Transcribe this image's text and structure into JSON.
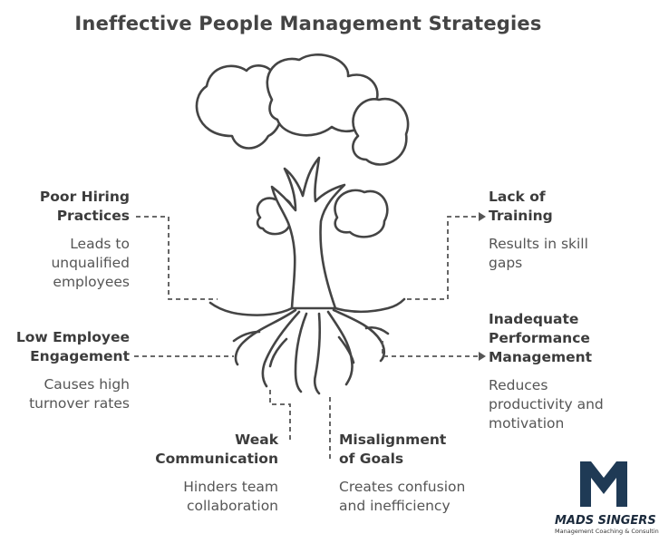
{
  "title": "Ineffective People Management Strategies",
  "items": [
    {
      "heading": "Poor Hiring\nPractices",
      "description": "Leads to\nunqualified\nemployees"
    },
    {
      "heading": "Lack of\nTraining",
      "description": "Results in skill\ngaps"
    },
    {
      "heading": "Low Employee\nEngagement",
      "description": "Causes high\nturnover rates"
    },
    {
      "heading": "Inadequate\nPerformance\nManagement",
      "description": "Reduces\nproductivity and\nmotivation"
    },
    {
      "heading": "Weak\nCommunication",
      "description": "Hinders team\ncollaboration"
    },
    {
      "heading": "Misalignment\nof Goals",
      "description": "Creates confusion\nand inefficiency"
    }
  ],
  "logo": {
    "name": "MADS SINGERS",
    "tagline": "Management Coaching & Consulting",
    "color": "#1f3a55"
  }
}
